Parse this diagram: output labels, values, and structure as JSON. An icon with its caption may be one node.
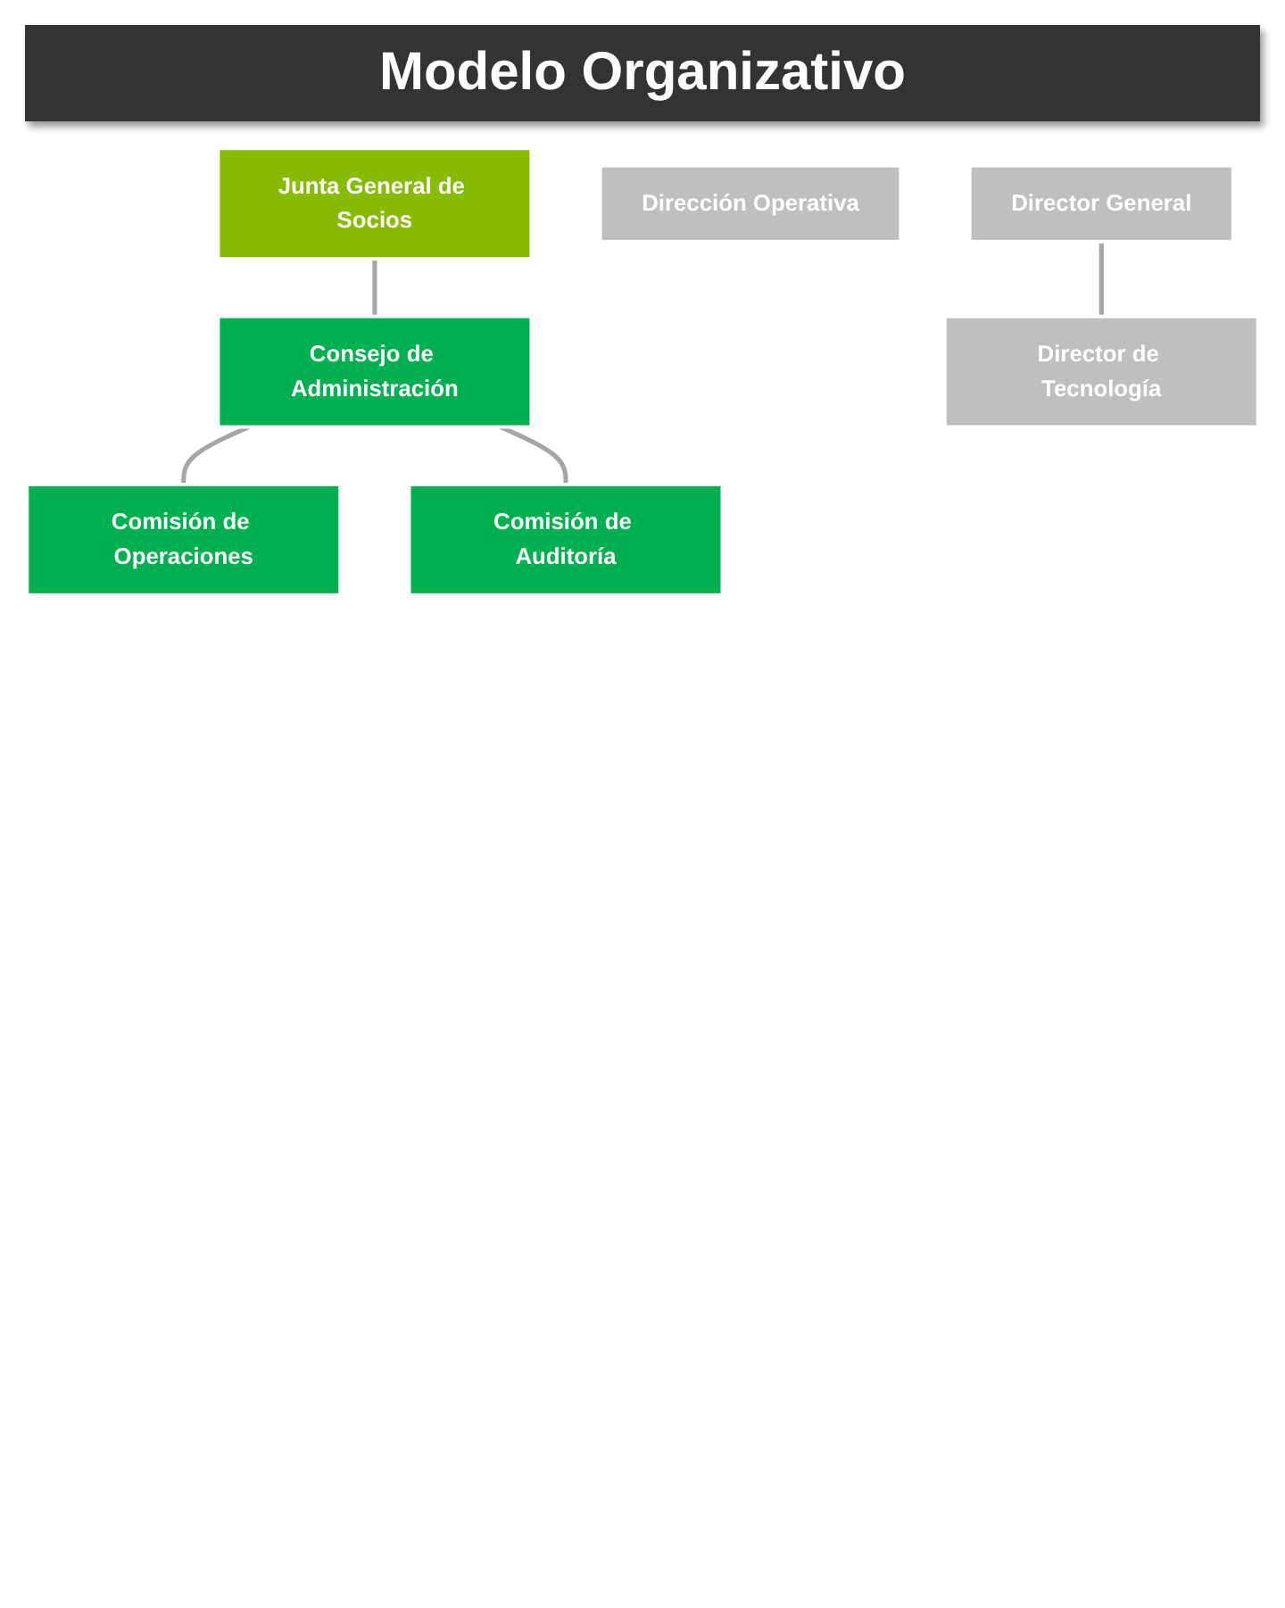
{
  "diagram": {
    "title": "Modelo Organizativo",
    "nodes": [
      {
        "text": [
          "Junta General de Socios"
        ]
      },
      {
        "text": [
          "Consejo de Administración"
        ]
      },
      {
        "text": [
          "Comisión de Operaciones"
        ]
      },
      {
        "text": [
          "Comisión de Auditoría"
        ]
      },
      {
        "text": [
          "Dirección Operativa"
        ]
      },
      {
        "text": [
          "Director General"
        ]
      },
      {
        "text": [
          "Director de Tecnología"
        ]
      }
    ],
    "edges": [
      {
        "from": 0,
        "to": 1,
        "arrow": "none"
      },
      {
        "from": 1,
        "to": 2,
        "arrow": "none"
      },
      {
        "from": 1,
        "to": 3,
        "arrow": "none"
      },
      {
        "from": 5,
        "to": 6,
        "arrow": "none"
      }
    ]
  }
}
